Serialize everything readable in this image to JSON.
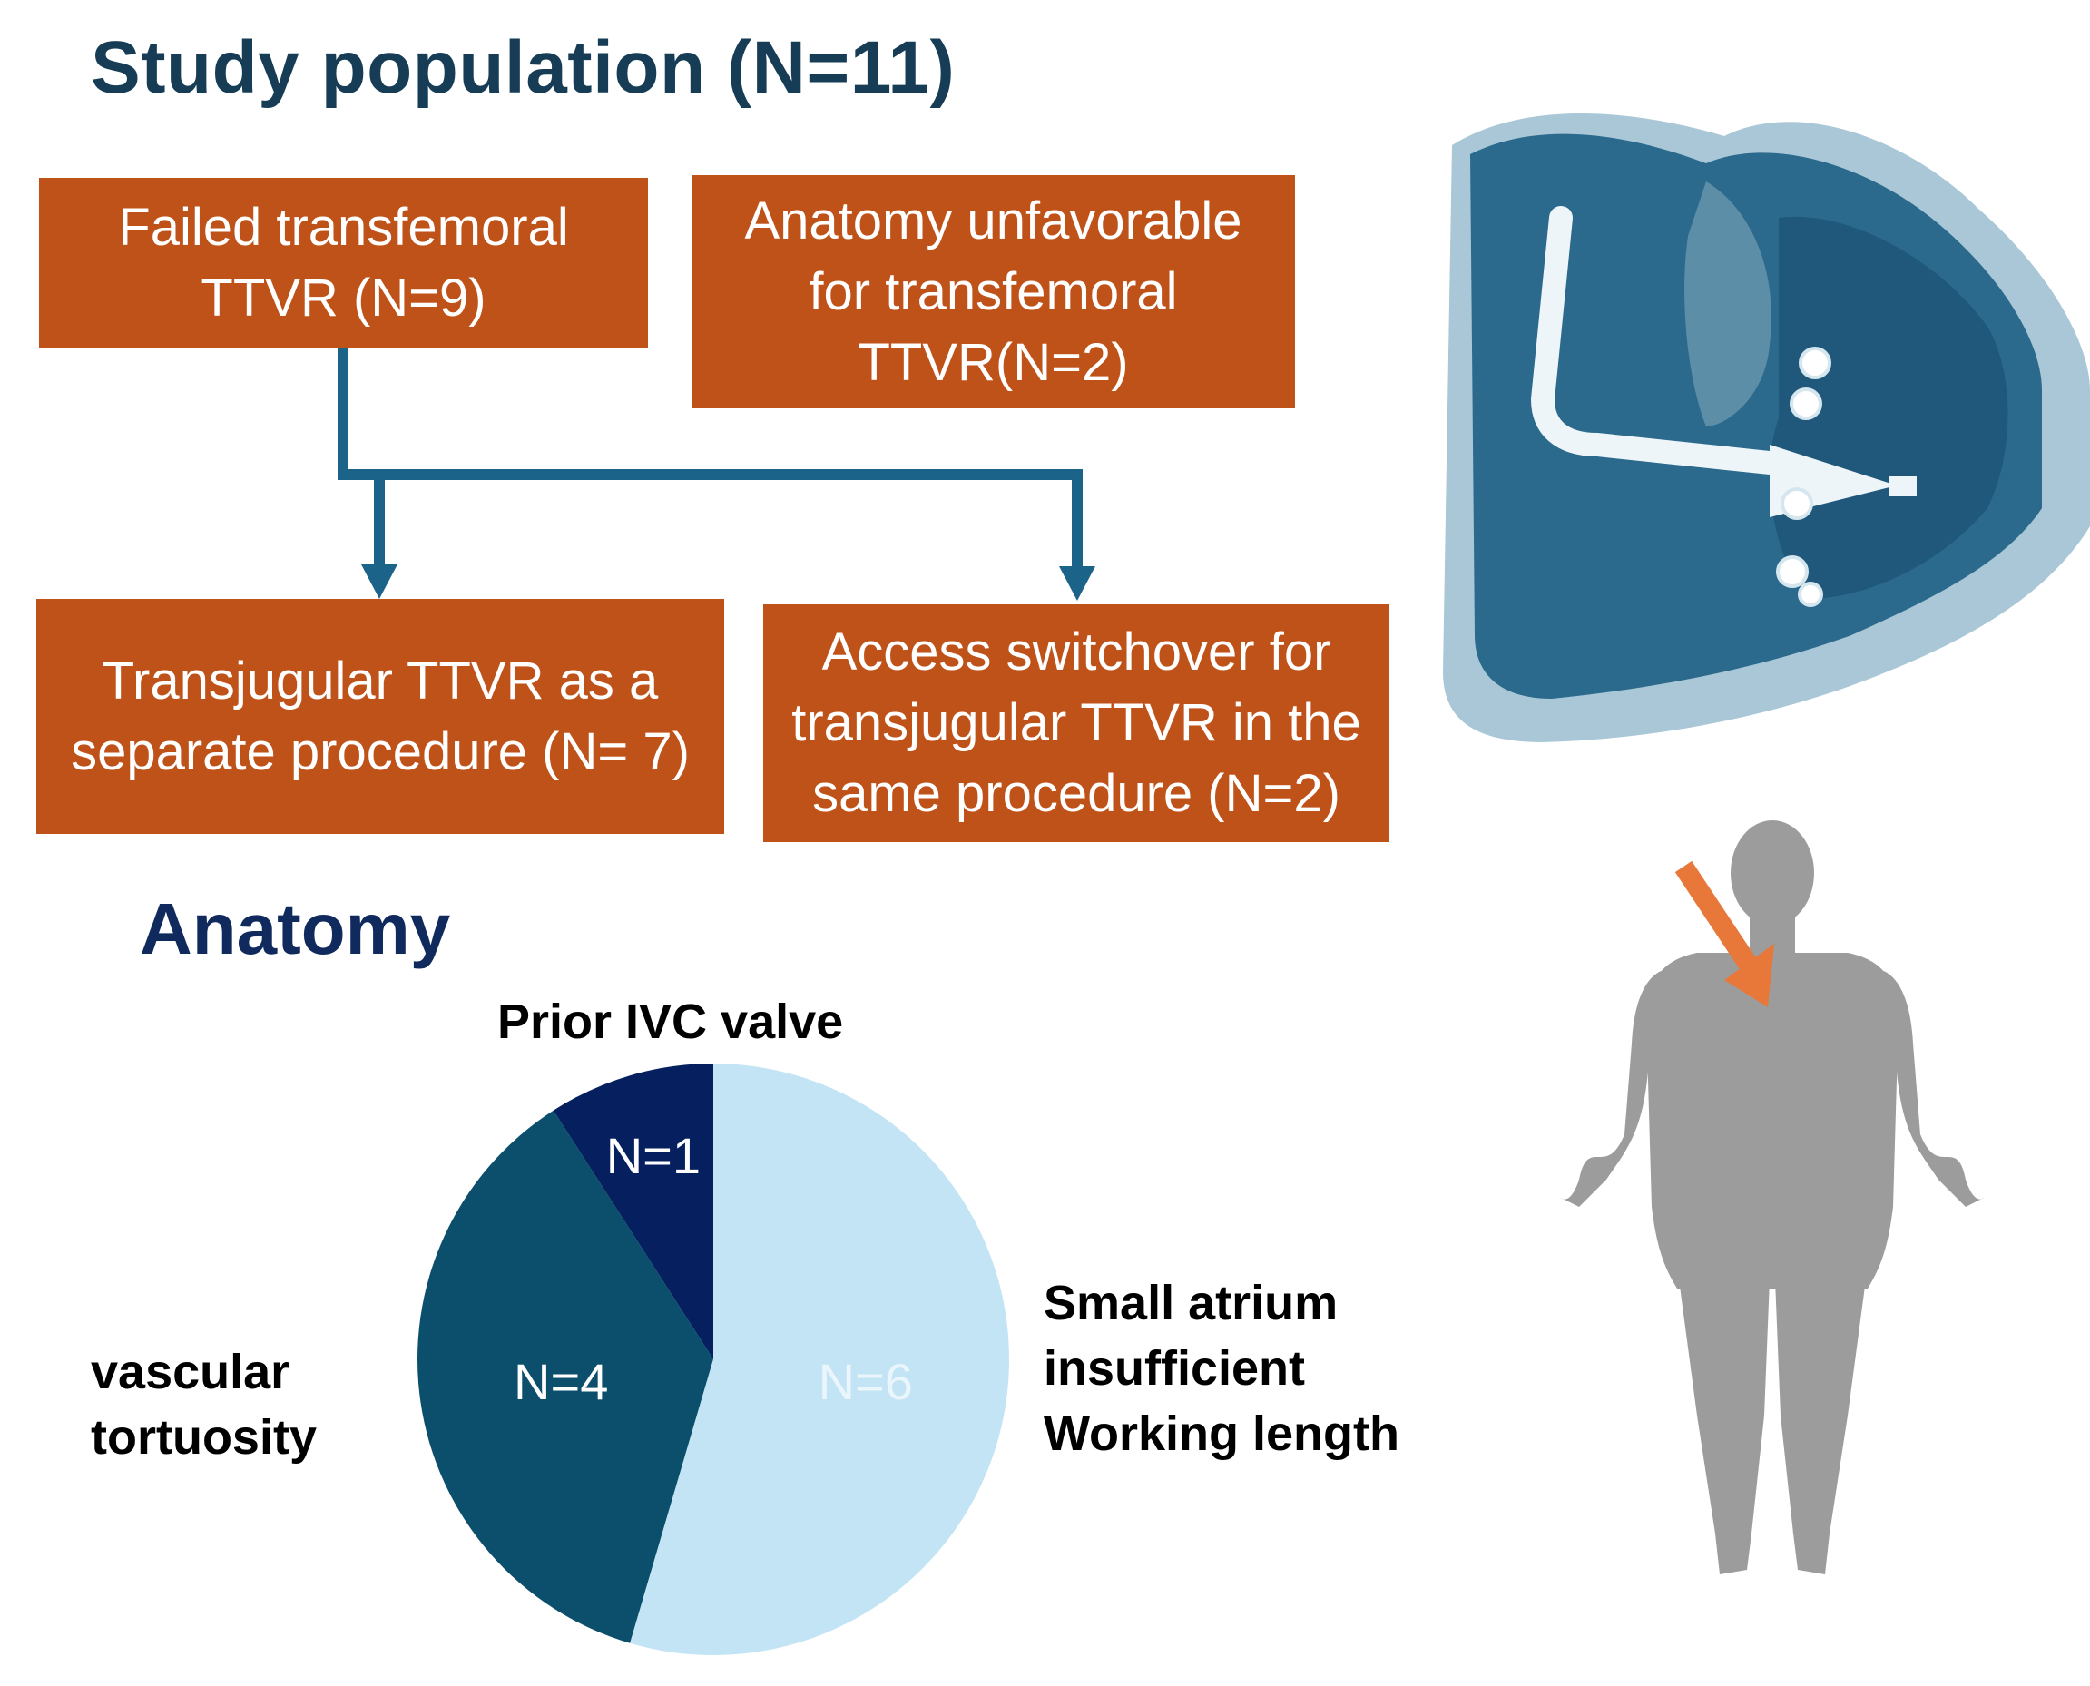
{
  "title": "Study population (N=11)",
  "boxes": {
    "failed": [
      "Failed transfemoral",
      "TTVR (N=9)"
    ],
    "anatomy": [
      "Anatomy unfavorable",
      "for transfemoral",
      "TTVR(N=2)"
    ],
    "separate": [
      "Transjugular TTVR as a",
      "separate procedure  (N= 7)"
    ],
    "switchover": [
      "Access switchover for",
      "transjugular TTVR in the",
      "same procedure (N=2)"
    ]
  },
  "anatomy_heading": "Anatomy",
  "colors": {
    "box": "#bf5219",
    "connector": "#1b6388",
    "arrow_on_body": "#e8773a",
    "body": "#9c9c9c",
    "heart_dark": "#2b6a8c",
    "heart_light": "#a9c7d6"
  },
  "chart_data": {
    "type": "pie",
    "categories": [
      "Prior IVC valve",
      "vascular tortuosity",
      "Small atrium insufficient Working length"
    ],
    "values": [
      1,
      4,
      6
    ],
    "slice_labels": [
      "N=1",
      "N=4",
      "N=6"
    ],
    "colors": [
      "#061f5e",
      "#0b4f6c",
      "#c3e4f5"
    ],
    "start": "12 o'clock",
    "direction": "counterclockwise"
  },
  "pie_labels": {
    "top": [
      "Prior IVC valve"
    ],
    "left": [
      "vascular",
      "tortuosity"
    ],
    "right": [
      "Small atrium",
      "insufficient",
      "Working length"
    ]
  }
}
